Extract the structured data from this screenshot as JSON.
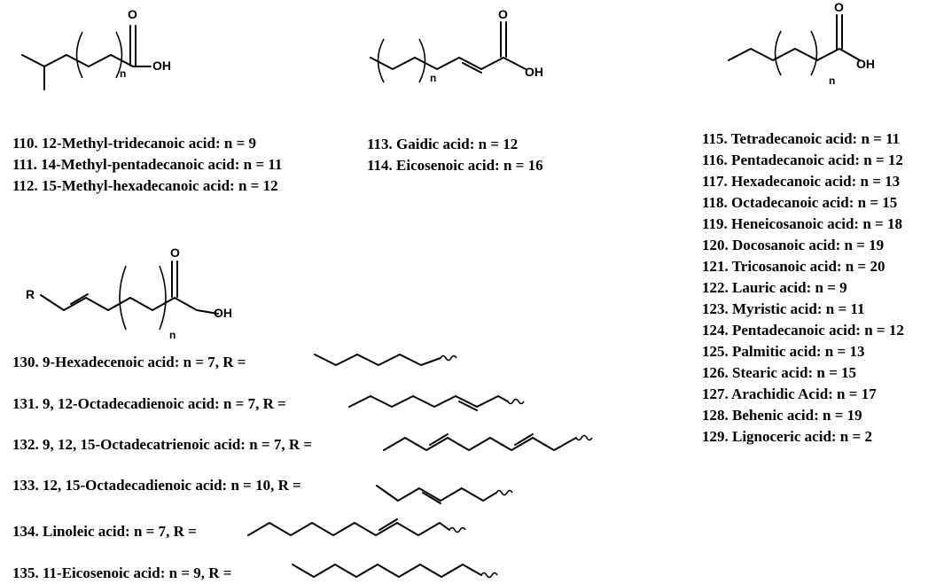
{
  "structures": {
    "branched": {
      "atoms": {
        "oxygen": "O",
        "hydroxyl": "OH",
        "repeat": "n"
      },
      "compounds": [
        "110. 12-Methyl-tridecanoic acid: n = 9",
        "111. 14-Methyl-pentadecanoic acid: n = 11",
        "112. 15-Methyl-hexadecanoic acid: n = 12"
      ]
    },
    "unsaturated": {
      "atoms": {
        "oxygen": "O",
        "hydroxyl": "OH",
        "repeat": "n"
      },
      "compounds": [
        "113. Gaidic acid: n = 12",
        "114. Eicosenoic acid: n = 16"
      ]
    },
    "saturated": {
      "atoms": {
        "oxygen": "O",
        "hydroxyl": "OH",
        "repeat": "n"
      },
      "compounds": [
        "115. Tetradecanoic acid: n = 11",
        "116. Pentadecanoic acid: n = 12",
        "117. Hexadecanoic acid: n = 13",
        "118. Octadecanoic acid: n = 15",
        "119. Heneicosanoic acid: n = 18",
        "120. Docosanoic acid: n = 19",
        "121. Tricosanoic acid: n = 20",
        "122. Lauric acid: n = 9",
        "123. Myristic acid: n = 11",
        "124. Pentadecanoic acid: n = 12",
        "125. Palmitic acid: n = 13",
        "126. Stearic acid: n = 15",
        "127. Arachidic Acid: n = 17",
        "128. Behenic acid: n = 19",
        "129. Lignoceric acid: n = 2"
      ]
    },
    "r_substituted": {
      "atoms": {
        "r_group": "R",
        "oxygen": "O",
        "hydroxyl": "OH",
        "repeat": "n"
      },
      "compounds": [
        "130. 9-Hexadecenoic acid: n = 7, R =",
        "131. 9, 12-Octadecadienoic acid: n = 7, R =",
        "132. 9, 12, 15-Octadecatrienoic acid: n = 7, R =",
        "133. 12, 15-Octadecadienoic acid: n = 10, R =",
        "134. Linoleic acid: n = 7, R =",
        "135. 11-Eicosenoic acid: n = 9, R ="
      ]
    }
  }
}
